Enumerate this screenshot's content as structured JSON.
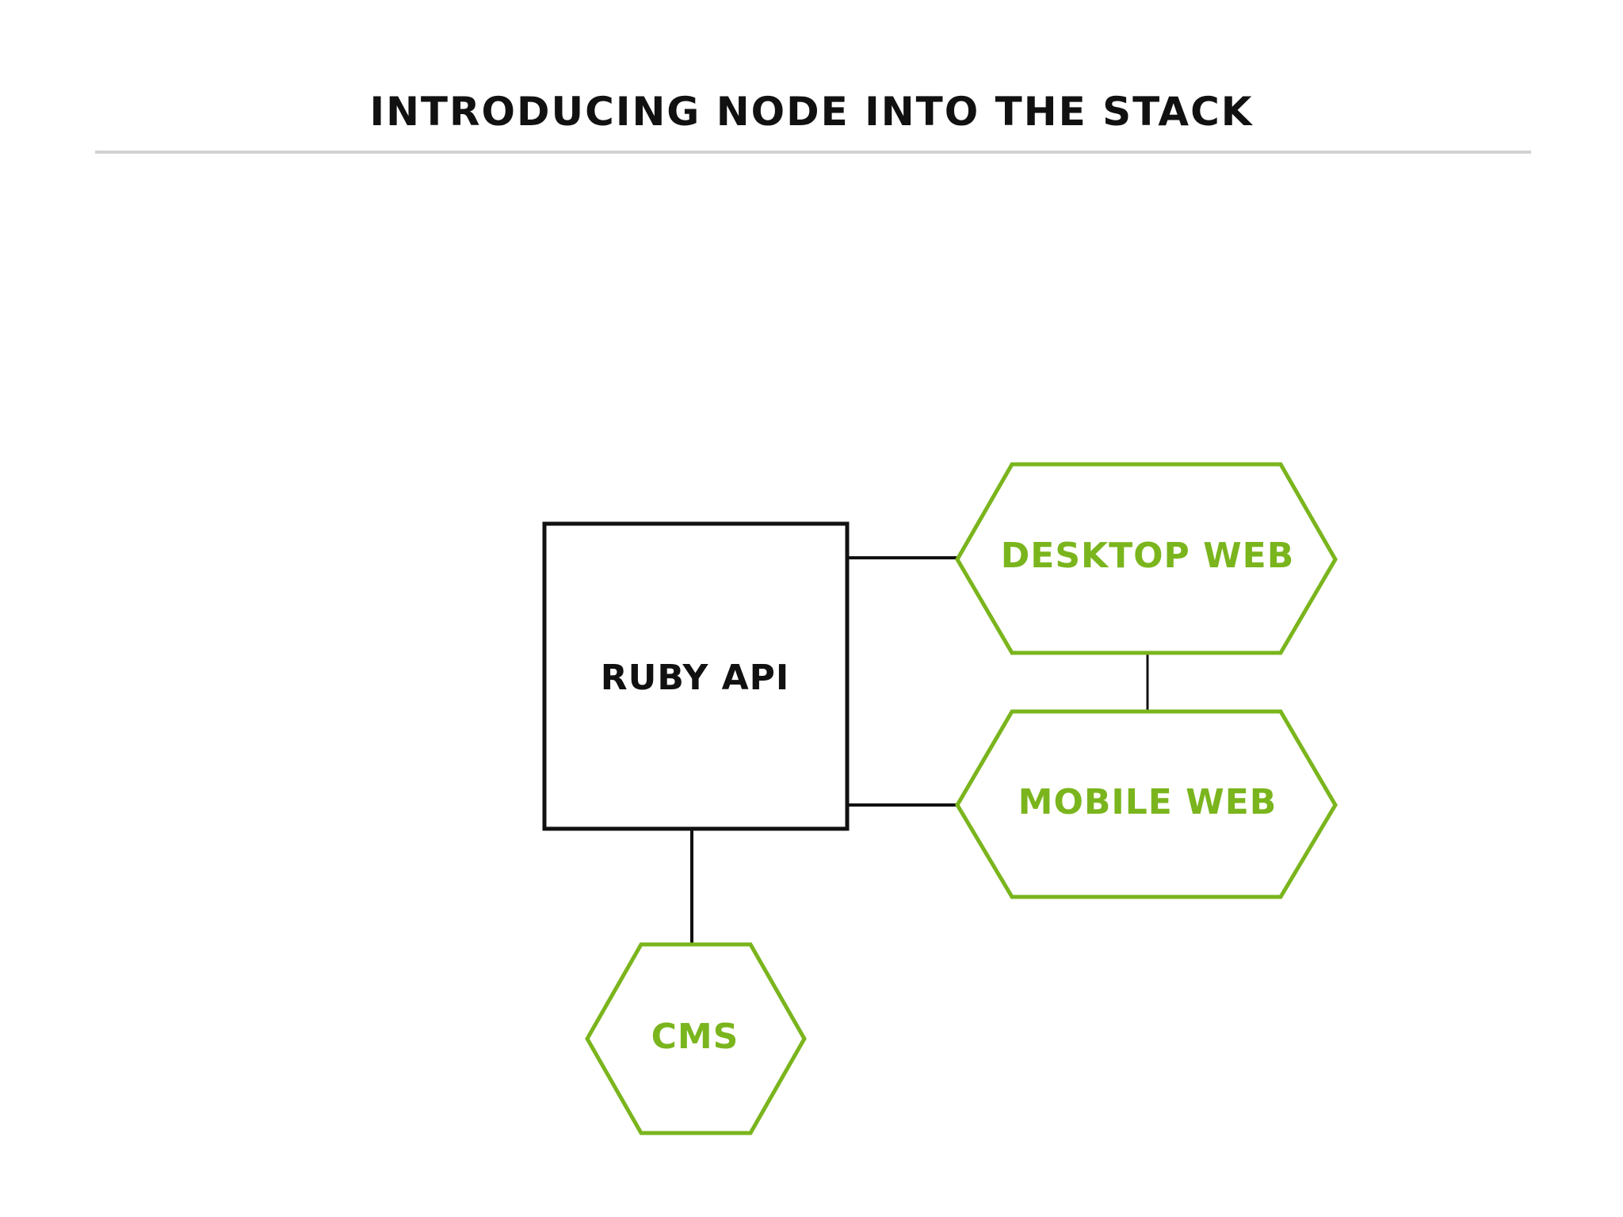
{
  "title": "INTRODUCING NODE INTO THE STACK",
  "colors": {
    "accent": "#7ab51d",
    "dark": "#111111",
    "rule": "#d2d2d2"
  },
  "nodes": {
    "ruby_api": {
      "label": "RUBY API",
      "shape": "square"
    },
    "desktop_web": {
      "label": "DESKTOP WEB",
      "shape": "hexagon"
    },
    "mobile_web": {
      "label": "MOBILE WEB",
      "shape": "hexagon"
    },
    "cms": {
      "label": "CMS",
      "shape": "hexagon"
    }
  },
  "edges": [
    {
      "from": "ruby_api",
      "to": "desktop_web"
    },
    {
      "from": "ruby_api",
      "to": "mobile_web"
    },
    {
      "from": "desktop_web",
      "to": "mobile_web"
    },
    {
      "from": "ruby_api",
      "to": "cms"
    }
  ]
}
